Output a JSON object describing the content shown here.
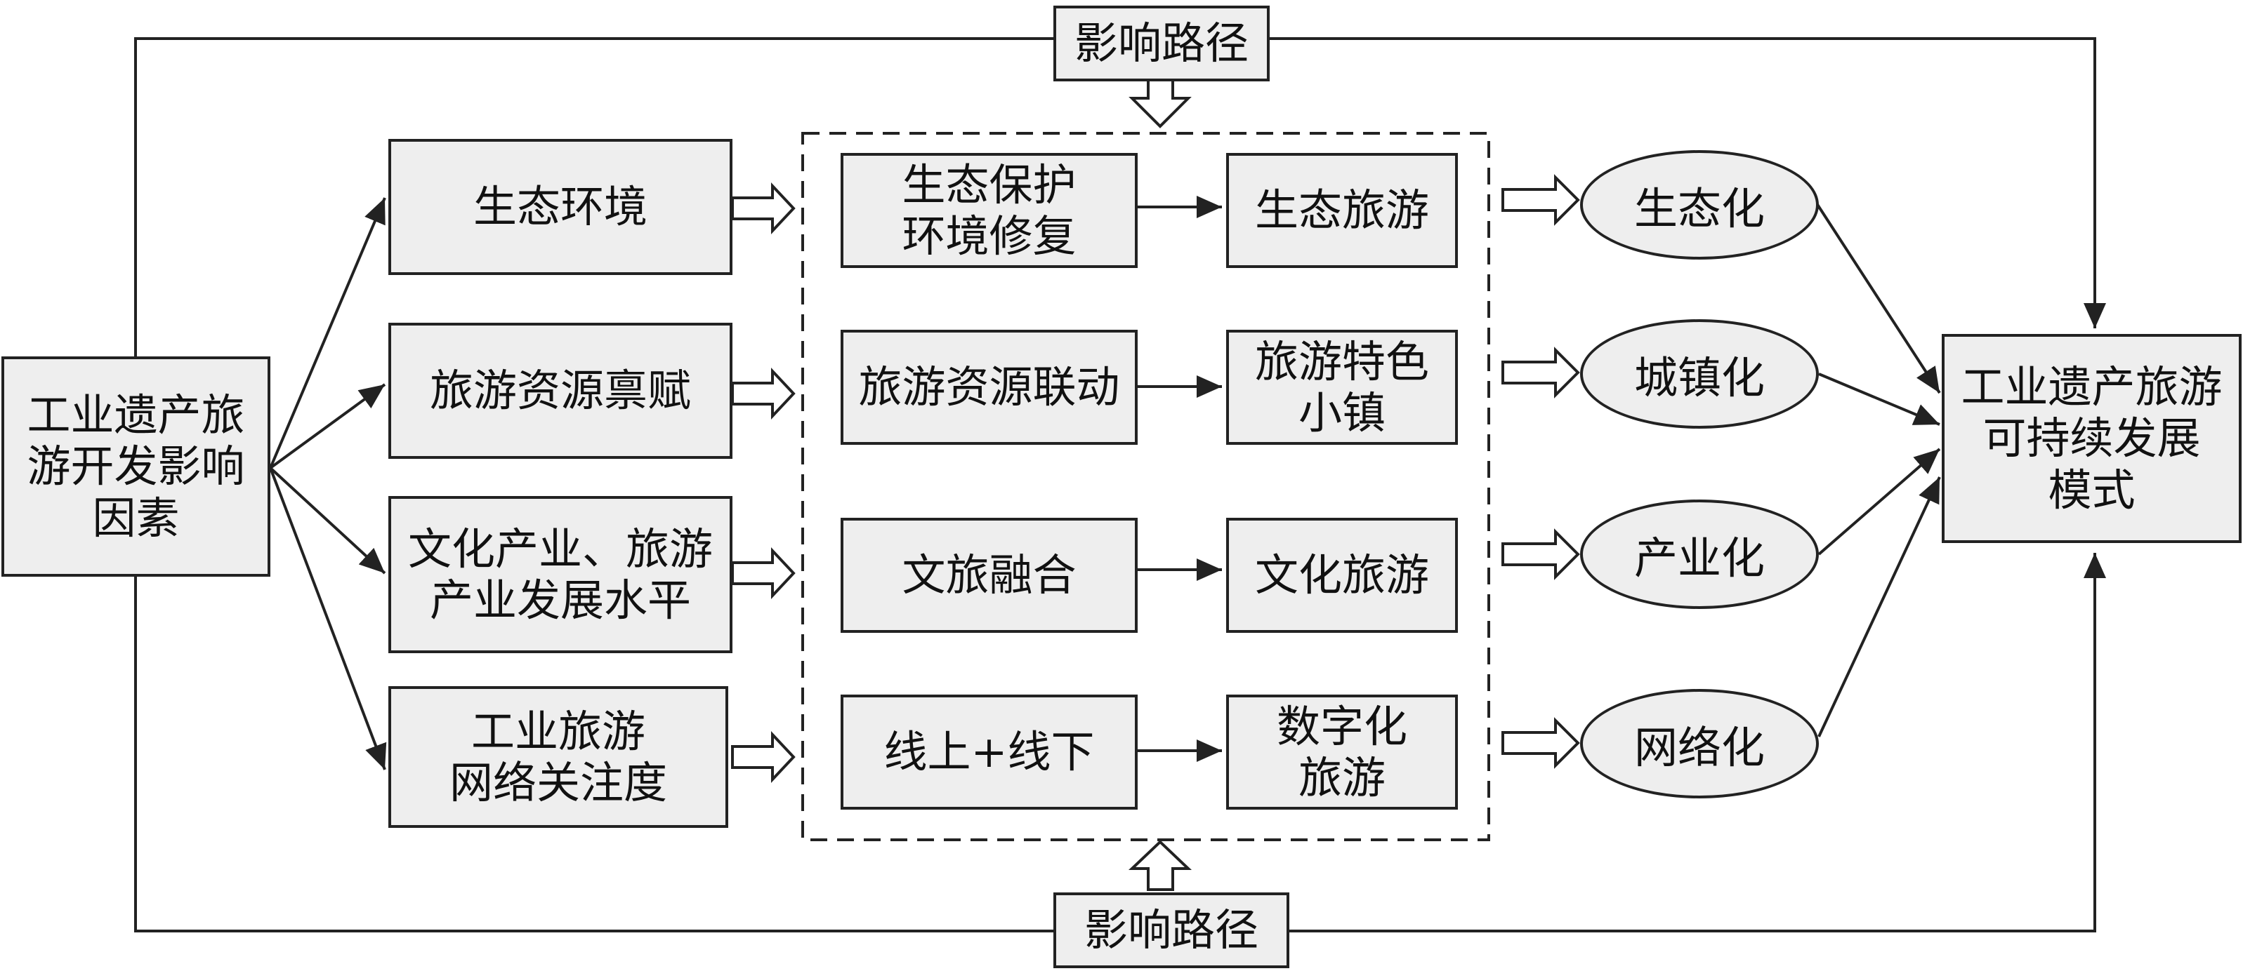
{
  "colors": {
    "box_fill": "#eeeeee",
    "stroke": "#222222",
    "background": "#ffffff"
  },
  "path_label_top": "影响路径",
  "path_label_bottom": "影响路径",
  "source": "工业遗产旅\n游开发影响\n因素",
  "target": "工业遗产旅游\n可持续发展\n模式",
  "factors": [
    "生态环境",
    "旅游资源禀赋",
    "文化产业、旅游\n产业发展水平",
    "工业旅游\n网络关注度"
  ],
  "paths": [
    "生态保护\n环境修复",
    "旅游资源联动",
    "文旅融合",
    "线上+线下"
  ],
  "products": [
    "生态旅游",
    "旅游特色\n小镇",
    "文化旅游",
    "数字化\n旅游"
  ],
  "modes": [
    "生态化",
    "城镇化",
    "产业化",
    "网络化"
  ]
}
